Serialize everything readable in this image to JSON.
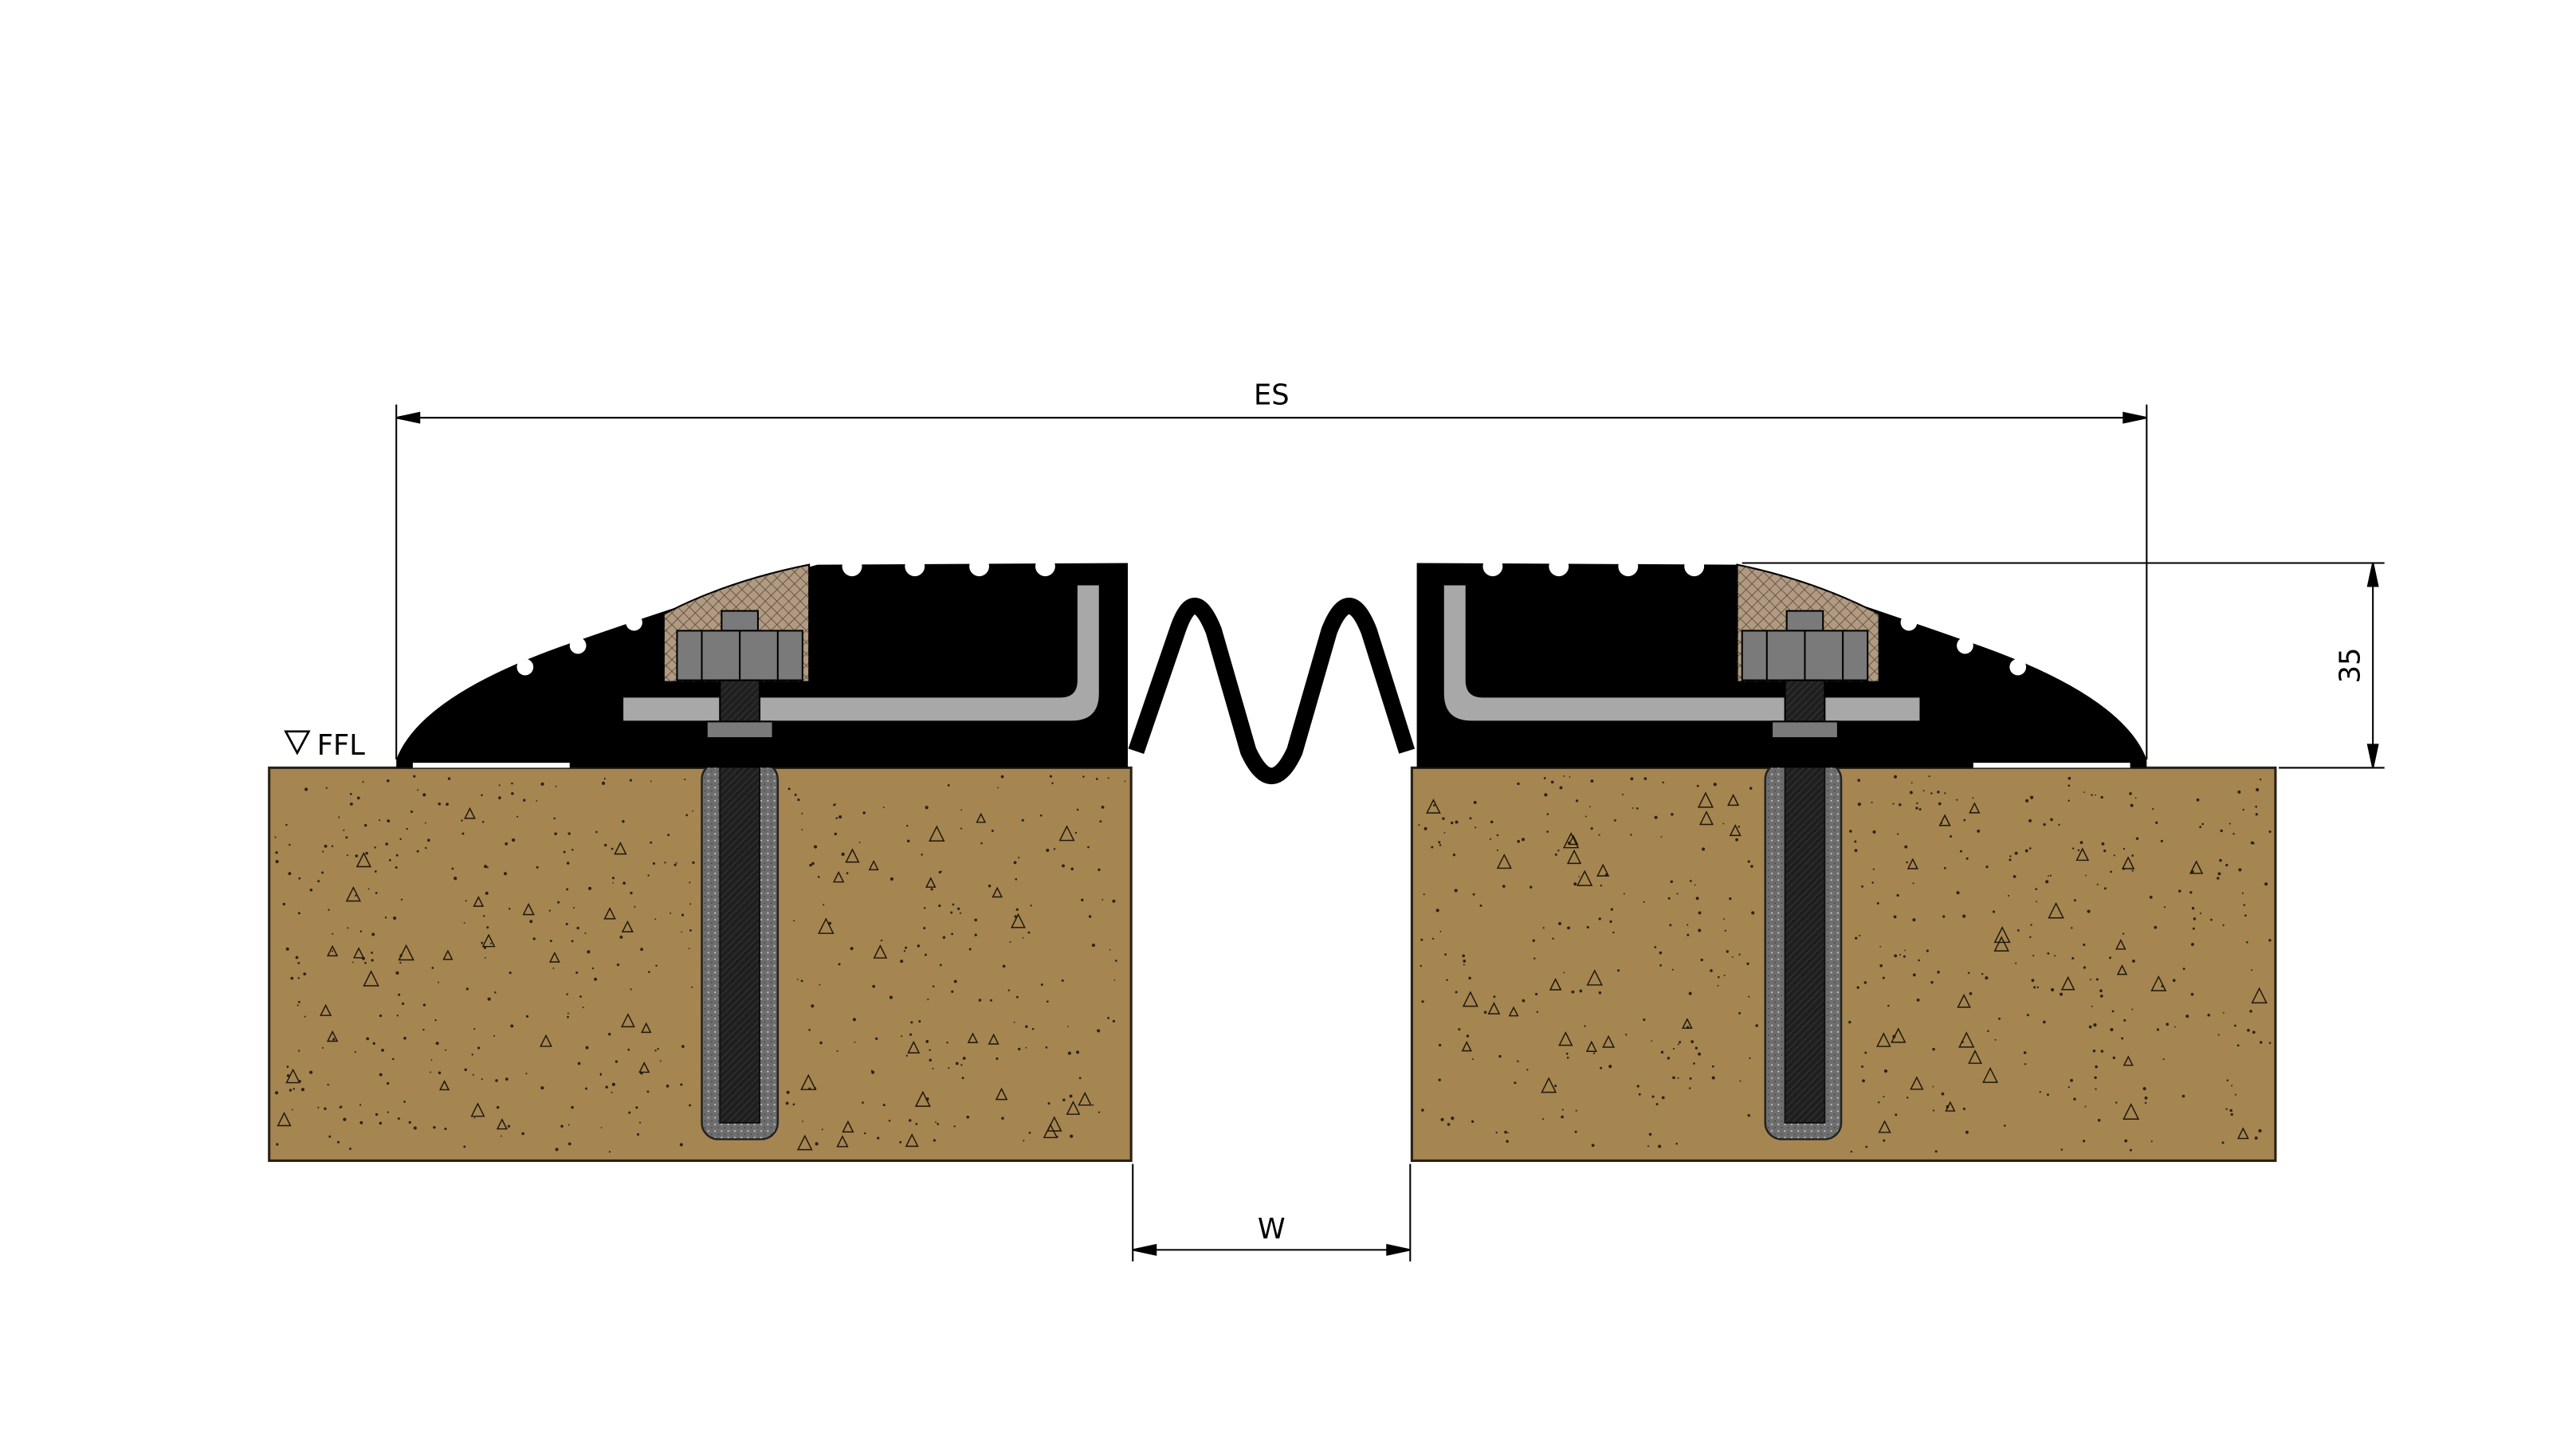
{
  "labels": {
    "overall_width": "ES",
    "gap_width": "W",
    "height": "35",
    "floor_level": "FFL"
  },
  "colors": {
    "concrete": "#A58550",
    "concrete_edge": "#2a2116",
    "rubber": "#000000",
    "steel_plate": "#A8A8A8",
    "anchor_sleeve": "#6E6E6E",
    "anchor_rod": "#1F1F1F",
    "nut": "#7A7A7A",
    "insert_pad": "#B09A82",
    "dimension_line": "#000000"
  },
  "symbols": {
    "floor_level_marker": "triangle-down-icon"
  }
}
